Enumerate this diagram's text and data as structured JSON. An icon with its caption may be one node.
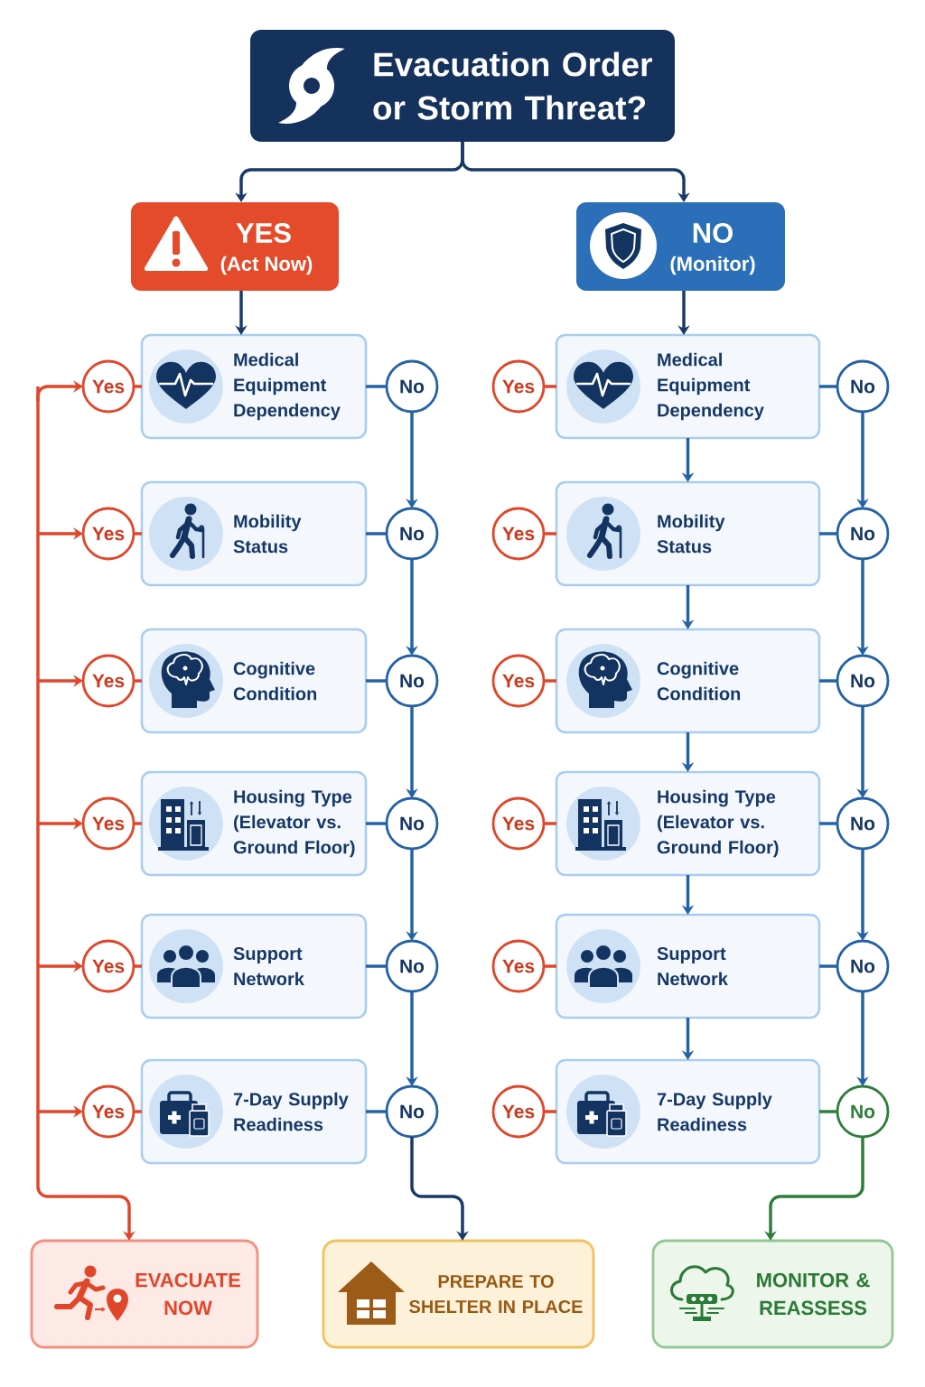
{
  "diagram": {
    "nodes": [
      {
        "text": [
          "Evacuation Order or Storm Threat?"
        ]
      },
      {
        "text": [
          "YES",
          "(Act Now)"
        ]
      },
      {
        "text": [
          "NO",
          "(Monitor)"
        ]
      },
      {
        "text": [
          "Yes"
        ]
      },
      {
        "text": [
          "Medical Equipment Dependency"
        ]
      },
      {
        "text": [
          "No"
        ]
      },
      {
        "text": [
          "Yes"
        ]
      },
      {
        "text": [
          "Medical Equipment Dependency"
        ]
      },
      {
        "text": [
          "No"
        ]
      },
      {
        "text": [
          "Yes"
        ]
      },
      {
        "text": [
          "Mobility Status"
        ]
      },
      {
        "text": [
          "No"
        ]
      },
      {
        "text": [
          "Yes"
        ]
      },
      {
        "text": [
          "Mobility Status"
        ]
      },
      {
        "text": [
          "No"
        ]
      },
      {
        "text": [
          "Yes"
        ]
      },
      {
        "text": [
          "Cognitive Condition"
        ]
      },
      {
        "text": [
          "No"
        ]
      },
      {
        "text": [
          "Yes"
        ]
      },
      {
        "text": [
          "Cognitive Condition"
        ]
      },
      {
        "text": [
          "No"
        ]
      },
      {
        "text": [
          "Yes"
        ]
      },
      {
        "text": [
          "Housing Type (Elevator vs. Ground Floor)"
        ]
      },
      {
        "text": [
          "No"
        ]
      },
      {
        "text": [
          "Yes"
        ]
      },
      {
        "text": [
          "Housing Type (Elevator vs. Ground Floor)"
        ]
      },
      {
        "text": [
          "No"
        ]
      },
      {
        "text": [
          "Yes"
        ]
      },
      {
        "text": [
          "Support Network"
        ]
      },
      {
        "text": [
          "No"
        ]
      },
      {
        "text": [
          "Yes"
        ]
      },
      {
        "text": [
          "Support Network"
        ]
      },
      {
        "text": [
          "No"
        ]
      },
      {
        "text": [
          "Yes"
        ]
      },
      {
        "text": [
          "7-Day Supply Readiness"
        ]
      },
      {
        "text": [
          "No"
        ]
      },
      {
        "text": [
          "Yes"
        ]
      },
      {
        "text": [
          "7-Day Supply Readiness"
        ]
      },
      {
        "text": [
          "No"
        ]
      },
      {
        "text": [
          "EVACUATE NOW"
        ]
      },
      {
        "text": [
          "PREPARE TO SHELTER IN PLACE"
        ]
      },
      {
        "text": [
          "MONITOR & REASSESS"
        ]
      }
    ],
    "edges": [
      {
        "from": 0,
        "to": 1,
        "arrow": "to",
        "color": "#173a66"
      },
      {
        "from": 0,
        "to": 2,
        "arrow": "to",
        "color": "#173a66"
      },
      {
        "from": 1,
        "to": 4,
        "arrow": "to",
        "color": "#173a66"
      },
      {
        "from": 2,
        "to": 7,
        "arrow": "to",
        "color": "#173a66"
      },
      {
        "from": 4,
        "to": 3,
        "arrow": "none",
        "color": "#e0462a"
      },
      {
        "from": 4,
        "to": 5,
        "arrow": "none"
      },
      {
        "from": 7,
        "to": 6,
        "arrow": "none",
        "color": "#e0462a"
      },
      {
        "from": 7,
        "to": 8,
        "arrow": "none"
      },
      {
        "from": 10,
        "to": 9,
        "arrow": "none",
        "color": "#e0462a"
      },
      {
        "from": 10,
        "to": 11,
        "arrow": "none"
      },
      {
        "from": 13,
        "to": 12,
        "arrow": "none",
        "color": "#e0462a"
      },
      {
        "from": 13,
        "to": 14,
        "arrow": "none"
      },
      {
        "from": 16,
        "to": 15,
        "arrow": "none",
        "color": "#e0462a"
      },
      {
        "from": 16,
        "to": 17,
        "arrow": "none"
      },
      {
        "from": 19,
        "to": 18,
        "arrow": "none",
        "color": "#e0462a"
      },
      {
        "from": 19,
        "to": 20,
        "arrow": "none"
      },
      {
        "from": 22,
        "to": 21,
        "arrow": "none",
        "color": "#e0462a"
      },
      {
        "from": 22,
        "to": 23,
        "arrow": "none"
      },
      {
        "from": 25,
        "to": 24,
        "arrow": "none",
        "color": "#e0462a"
      },
      {
        "from": 25,
        "to": 26,
        "arrow": "none"
      },
      {
        "from": 28,
        "to": 27,
        "arrow": "none",
        "color": "#e0462a"
      },
      {
        "from": 28,
        "to": 29,
        "arrow": "none"
      },
      {
        "from": 31,
        "to": 30,
        "arrow": "none",
        "color": "#e0462a"
      },
      {
        "from": 31,
        "to": 32,
        "arrow": "none"
      },
      {
        "from": 34,
        "to": 33,
        "arrow": "none",
        "color": "#e0462a"
      },
      {
        "from": 34,
        "to": 35,
        "arrow": "none"
      },
      {
        "from": 37,
        "to": 36,
        "arrow": "none",
        "color": "#e0462a"
      },
      {
        "from": 37,
        "to": 38,
        "arrow": "none",
        "color": "#2e7d3a"
      },
      {
        "from": 5,
        "to": 11,
        "arrow": "to"
      },
      {
        "from": 11,
        "to": 17,
        "arrow": "to"
      },
      {
        "from": 17,
        "to": 23,
        "arrow": "to"
      },
      {
        "from": 23,
        "to": 29,
        "arrow": "to"
      },
      {
        "from": 29,
        "to": 35,
        "arrow": "to"
      },
      {
        "from": 7,
        "to": 13,
        "arrow": "to"
      },
      {
        "from": 13,
        "to": 19,
        "arrow": "to"
      },
      {
        "from": 19,
        "to": 25,
        "arrow": "to"
      },
      {
        "from": 25,
        "to": 31,
        "arrow": "to"
      },
      {
        "from": 31,
        "to": 37,
        "arrow": "to"
      },
      {
        "from": 8,
        "to": 14,
        "arrow": "to"
      },
      {
        "from": 14,
        "to": 20,
        "arrow": "to"
      },
      {
        "from": 20,
        "to": 26,
        "arrow": "to"
      },
      {
        "from": 26,
        "to": 32,
        "arrow": "to"
      },
      {
        "from": 32,
        "to": 38,
        "arrow": "to"
      },
      {
        "from": 3,
        "to": 39,
        "arrow": "both",
        "color": "#e0462a"
      },
      {
        "from": 9,
        "to": 39,
        "arrow": "both",
        "color": "#e0462a"
      },
      {
        "from": 15,
        "to": 39,
        "arrow": "both",
        "color": "#e0462a"
      },
      {
        "from": 21,
        "to": 39,
        "arrow": "both",
        "color": "#e0462a"
      },
      {
        "from": 27,
        "to": 39,
        "arrow": "both",
        "color": "#e0462a"
      },
      {
        "from": 33,
        "to": 39,
        "arrow": "both",
        "color": "#e0462a"
      },
      {
        "from": 35,
        "to": 40,
        "arrow": "to",
        "color": "#173a66"
      },
      {
        "from": 38,
        "to": 41,
        "arrow": "to",
        "color": "#2e7d3a"
      }
    ]
  }
}
